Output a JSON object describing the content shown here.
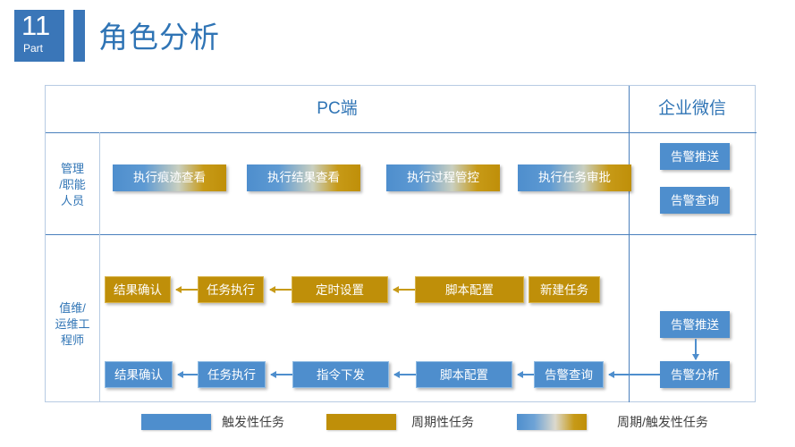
{
  "header": {
    "part_number": "11",
    "part_word": "Part",
    "title": "角色分析"
  },
  "table": {
    "columns": [
      {
        "id": "pc",
        "label": "PC端"
      },
      {
        "id": "wx",
        "label": "企业微信"
      }
    ],
    "rows": [
      {
        "id": "manager",
        "label": "管理\n/职能\n人员"
      },
      {
        "id": "ops",
        "label": "值维/\n运维工\n程师"
      }
    ]
  },
  "row1": {
    "pc_nodes": [
      {
        "label": "执行痕迹查看",
        "style": "gradient"
      },
      {
        "label": "执行结果查看",
        "style": "gradient"
      },
      {
        "label": "执行过程管控",
        "style": "gradient"
      },
      {
        "label": "执行任务审批",
        "style": "gradient"
      }
    ],
    "wx_nodes": [
      {
        "label": "告警推送",
        "style": "blue"
      },
      {
        "label": "告警查询",
        "style": "blue"
      }
    ]
  },
  "row2": {
    "periodic_flow": [
      {
        "label": "结果确认",
        "style": "gold"
      },
      {
        "label": "任务执行",
        "style": "gold"
      },
      {
        "label": "定时设置",
        "style": "gold"
      },
      {
        "label": "脚本配置",
        "style": "gold"
      },
      {
        "label": "新建任务",
        "style": "gold"
      }
    ],
    "trigger_flow": [
      {
        "label": "结果确认",
        "style": "blue"
      },
      {
        "label": "任务执行",
        "style": "blue"
      },
      {
        "label": "指令下发",
        "style": "blue"
      },
      {
        "label": "脚本配置",
        "style": "blue"
      },
      {
        "label": "告警查询",
        "style": "blue"
      }
    ],
    "wx_nodes": [
      {
        "label": "告警推送",
        "style": "blue"
      },
      {
        "label": "告警分析",
        "style": "blue"
      }
    ]
  },
  "legend": [
    {
      "label": "触发性任务",
      "swatch": "blue"
    },
    {
      "label": "周期性任务",
      "swatch": "gold"
    },
    {
      "label": "周期/触发性任务",
      "swatch": "gradient"
    }
  ],
  "colors": {
    "blue": "#4e8ecd",
    "gold": "#bf8f09",
    "title_blue": "#2f74b5",
    "part_blue": "#3a76b8",
    "border_blue": "#4a80bd",
    "border_light": "#b7cbe3"
  }
}
